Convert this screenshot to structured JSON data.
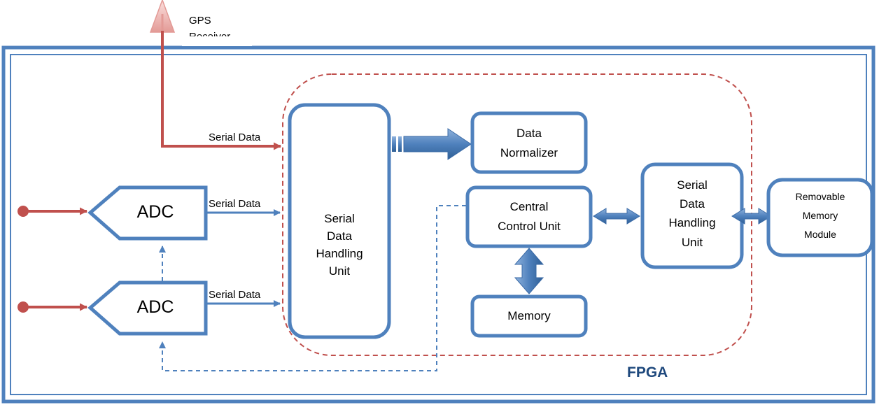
{
  "colors": {
    "blue": "#4f81bd",
    "red": "#c0504d",
    "dark_blue": "#2b5597",
    "fpga_label": "#1f497d"
  },
  "gps": {
    "label_line1": "GPS",
    "label_line2": "Receiver",
    "icon": "antenna-triangle-icon"
  },
  "fpga": {
    "label": "FPGA"
  },
  "adc": [
    {
      "label": "ADC"
    },
    {
      "label": "ADC"
    }
  ],
  "links": {
    "gps_serial": "Serial Data",
    "adc1_serial": "Serial Data",
    "adc2_serial": "Serial Data"
  },
  "blocks": {
    "sdhu_left": [
      "Serial",
      "Data",
      "Handling",
      "Unit"
    ],
    "normalizer": [
      "Data",
      "Normalizer"
    ],
    "ccu": [
      "Central",
      "Control Unit"
    ],
    "memory": [
      "Memory"
    ],
    "sdhu_right": [
      "Serial",
      "Data",
      "Handling",
      "Unit"
    ],
    "removable": [
      "Removable",
      "Memory",
      "Module"
    ]
  }
}
